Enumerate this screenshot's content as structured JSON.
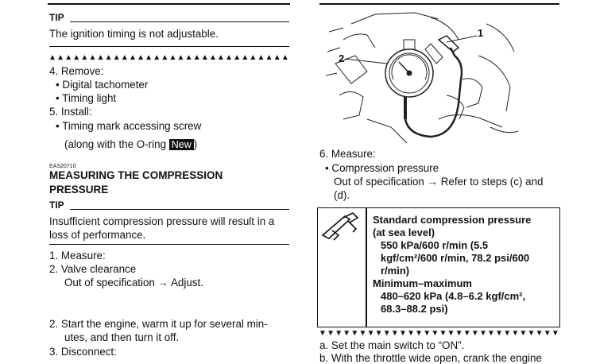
{
  "left": {
    "tip1": {
      "label": "TIP",
      "text": "The ignition timing is not adjustable."
    },
    "triangles": "▲▲▲▲▲▲▲▲▲▲▲▲▲▲▲▲▲▲▲▲▲▲▲▲▲▲▲▲▲▲▲▲▲▲▲▲▲▲▲▲▲▲▲▲",
    "steps_a": [
      "4.  Remove:",
      "• Digital tachometer",
      "• Timing light",
      "5.  Install:",
      "• Timing mark accessing screw"
    ],
    "o_ring_line": "(along with the O-ring",
    "new_badge": "New",
    "o_ring_close": ")",
    "section_code": "EAS20710",
    "section_title_1": "MEASURING THE COMPRESSION",
    "section_title_2": "PRESSURE",
    "tip2": {
      "label": "TIP",
      "line1": "Insufficient compression pressure will result in a",
      "line2": "loss of performance."
    },
    "steps_b": [
      "1.  Measure:",
      "2.  Valve clearance",
      "Out of specification → Adjust."
    ],
    "steps_c": [
      "2.  Start the engine, warm it up for several min-",
      "utes, and then turn it off.",
      "3.  Disconnect:"
    ]
  },
  "figure": {
    "callout_1": "1",
    "callout_2": "2"
  },
  "right": {
    "step6": "6.  Measure:",
    "bullet": "• Compression pressure",
    "oos_1": "Out of specification → Refer to steps (c) and",
    "oos_2": "(d).",
    "spec": {
      "title_1": "Standard compression pressure",
      "title_2": "(at sea level)",
      "std_1": "550 kPa/600 r/min (5.5",
      "std_2": "kgf/cm²/600 r/min, 78.2 psi/600",
      "std_3": "r/min)",
      "minmax_label": "Minimum–maximum",
      "minmax_1": "480–620 kPa (4.8–6.2 kgf/cm²,",
      "minmax_2": "68.3–88.2 psi)"
    },
    "triangles_down": "▼▼▼▼▼▼▼▼▼▼▼▼▼▼▼▼▼▼▼▼▼▼▼▼▼▼▼▼▼▼▼▼▼▼▼▼▼▼▼▼▼▼▼▼",
    "step_a": "a.  Set the main switch to “ON”.",
    "step_b": "b.  With the throttle wide open, crank the engine"
  }
}
